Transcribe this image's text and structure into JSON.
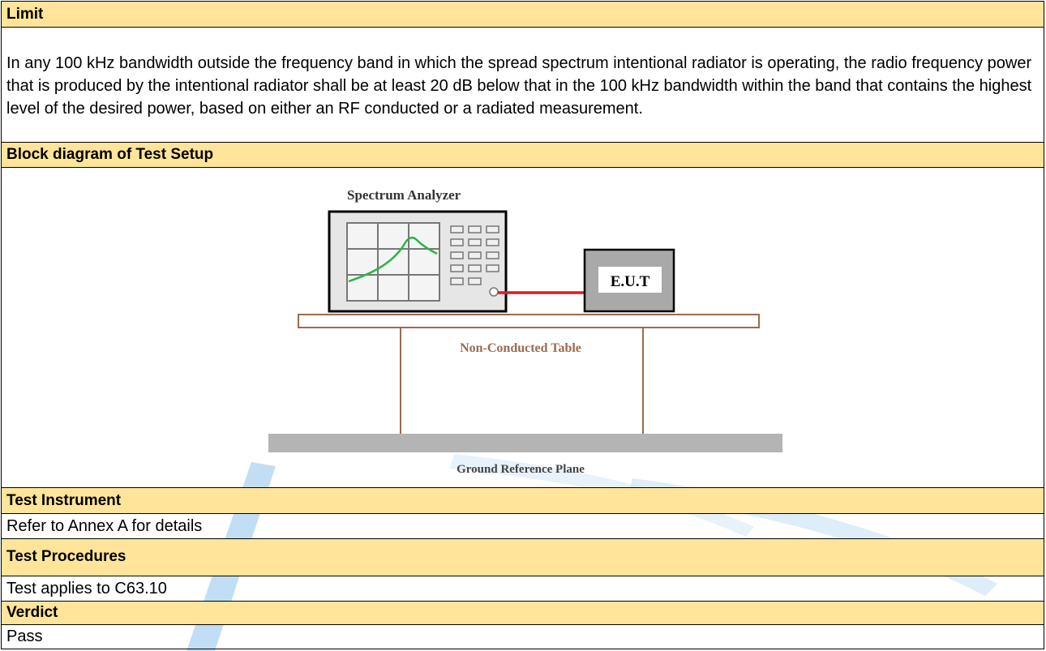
{
  "limit": {
    "heading": "Limit",
    "text": "In any 100 kHz bandwidth outside the frequency band in which the spread spectrum intentional radiator is operating, the radio frequency power that is produced by the intentional radiator shall be at least 20 dB below that in the 100 kHz bandwidth within the band that contains the highest level of the desired power, based on either an RF conducted or a radiated measurement."
  },
  "block_diagram": {
    "heading": "Block diagram of Test Setup",
    "spectrum_analyzer_label": "Spectrum Analyzer",
    "eut_label": "E.U.T",
    "table_label": "Non-Conducted Table",
    "ground_label": "Ground Reference Plane"
  },
  "test_instrument": {
    "heading": "Test Instrument",
    "text": "Refer to Annex A for details"
  },
  "test_procedures": {
    "heading": "Test Procedures",
    "text": "Test applies to C63.10"
  },
  "verdict": {
    "heading": "Verdict",
    "text": "Pass"
  },
  "colors": {
    "header_fill": "#ffe49a",
    "cable": "#e01b24",
    "table_brown": "#9c6a4c",
    "ground_gray": "#b4b4b4",
    "trace_green": "#2fb24a",
    "watermark_blue": "#8fc2ec"
  }
}
